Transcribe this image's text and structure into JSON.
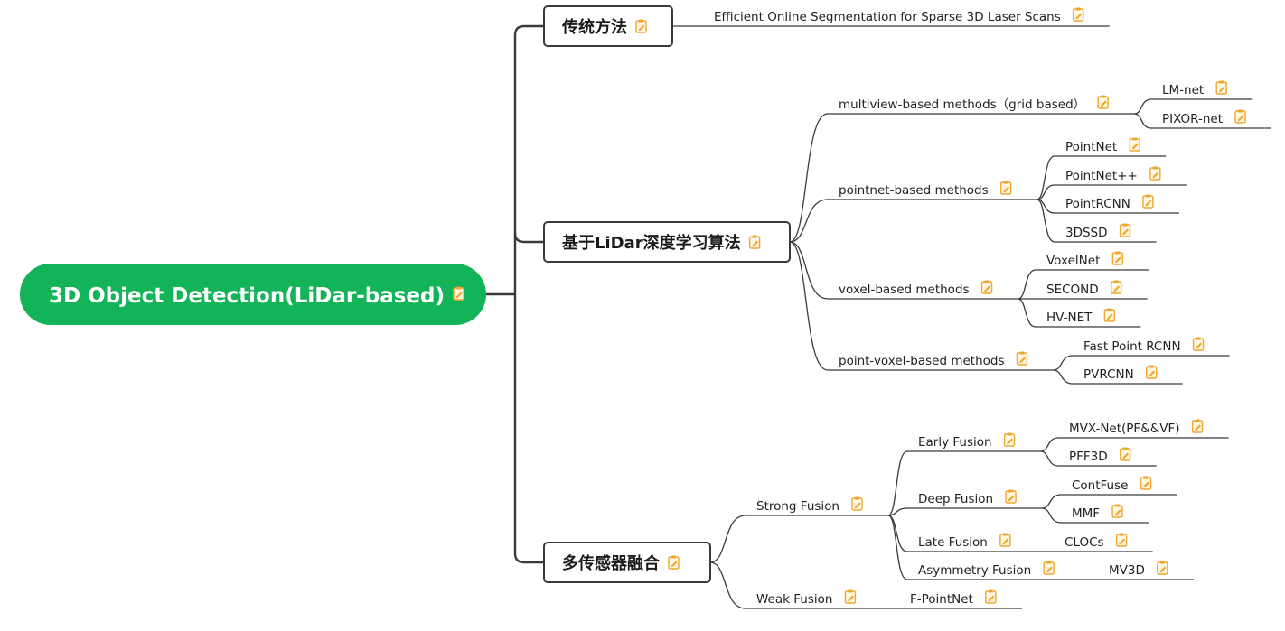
{
  "colors": {
    "root_fill": "#12b457",
    "line": "#3a3a3a",
    "note_icon": "#f0a530",
    "box_border": "#3a3a3a"
  },
  "mindmap": {
    "root": {
      "id": "root",
      "label": "3D Object Detection(LiDar-based)",
      "note_icon": true
    },
    "branches": [
      {
        "id": "traditional",
        "label": "传统方法",
        "note_icon": true,
        "children": [
          {
            "id": "efficient-online-segmentation",
            "label": "Efficient Online Segmentation for Sparse 3D Laser Scans",
            "note_icon": true,
            "children": []
          }
        ]
      },
      {
        "id": "lidar-deep-learning",
        "label": "基于LiDar深度学习算法",
        "note_icon": true,
        "children": [
          {
            "id": "multiview-based",
            "label": "multiview-based methods（grid based）",
            "note_icon": true,
            "children": [
              {
                "id": "lm-net",
                "label": "LM-net",
                "note_icon": true
              },
              {
                "id": "pixor-net",
                "label": "PIXOR-net",
                "note_icon": true
              }
            ]
          },
          {
            "id": "pointnet-based",
            "label": "pointnet-based methods",
            "note_icon": true,
            "children": [
              {
                "id": "pointnet",
                "label": "PointNet",
                "note_icon": true
              },
              {
                "id": "pointnet-pp",
                "label": "PointNet++",
                "note_icon": true
              },
              {
                "id": "pointrcnn",
                "label": "PointRCNN",
                "note_icon": true
              },
              {
                "id": "3dssd",
                "label": "3DSSD",
                "note_icon": true
              }
            ]
          },
          {
            "id": "voxel-based",
            "label": "voxel-based methods",
            "note_icon": true,
            "children": [
              {
                "id": "voxelnet",
                "label": "VoxelNet",
                "note_icon": true
              },
              {
                "id": "second",
                "label": "SECOND",
                "note_icon": true
              },
              {
                "id": "hv-net",
                "label": "HV-NET",
                "note_icon": true
              }
            ]
          },
          {
            "id": "point-voxel-based",
            "label": "point-voxel-based methods",
            "note_icon": true,
            "children": [
              {
                "id": "fast-point-rcnn",
                "label": "Fast Point RCNN",
                "note_icon": true
              },
              {
                "id": "pvrcnn",
                "label": "PVRCNN",
                "note_icon": true
              }
            ]
          }
        ]
      },
      {
        "id": "multi-sensor-fusion",
        "label": "多传感器融合",
        "note_icon": true,
        "children": [
          {
            "id": "strong-fusion",
            "label": "Strong Fusion",
            "note_icon": true,
            "children": [
              {
                "id": "early-fusion",
                "label": "Early Fusion",
                "note_icon": true,
                "children": [
                  {
                    "id": "mvx-net",
                    "label": "MVX-Net(PF&&VF)",
                    "note_icon": true
                  },
                  {
                    "id": "pff3d",
                    "label": "PFF3D",
                    "note_icon": true
                  }
                ]
              },
              {
                "id": "deep-fusion",
                "label": "Deep Fusion",
                "note_icon": true,
                "children": [
                  {
                    "id": "contfuse",
                    "label": "ContFuse",
                    "note_icon": true
                  },
                  {
                    "id": "mmf",
                    "label": "MMF",
                    "note_icon": true
                  }
                ]
              },
              {
                "id": "late-fusion",
                "label": "Late Fusion",
                "note_icon": true,
                "children": [
                  {
                    "id": "clocs",
                    "label": "CLOCs",
                    "note_icon": true
                  }
                ]
              },
              {
                "id": "asymmetry-fusion",
                "label": "Asymmetry Fusion",
                "note_icon": true,
                "children": [
                  {
                    "id": "mv3d",
                    "label": "MV3D",
                    "note_icon": true
                  }
                ]
              }
            ]
          },
          {
            "id": "weak-fusion",
            "label": "Weak Fusion",
            "note_icon": true,
            "children": [
              {
                "id": "f-pointnet",
                "label": "F-PointNet",
                "note_icon": true
              }
            ]
          }
        ]
      }
    ]
  }
}
